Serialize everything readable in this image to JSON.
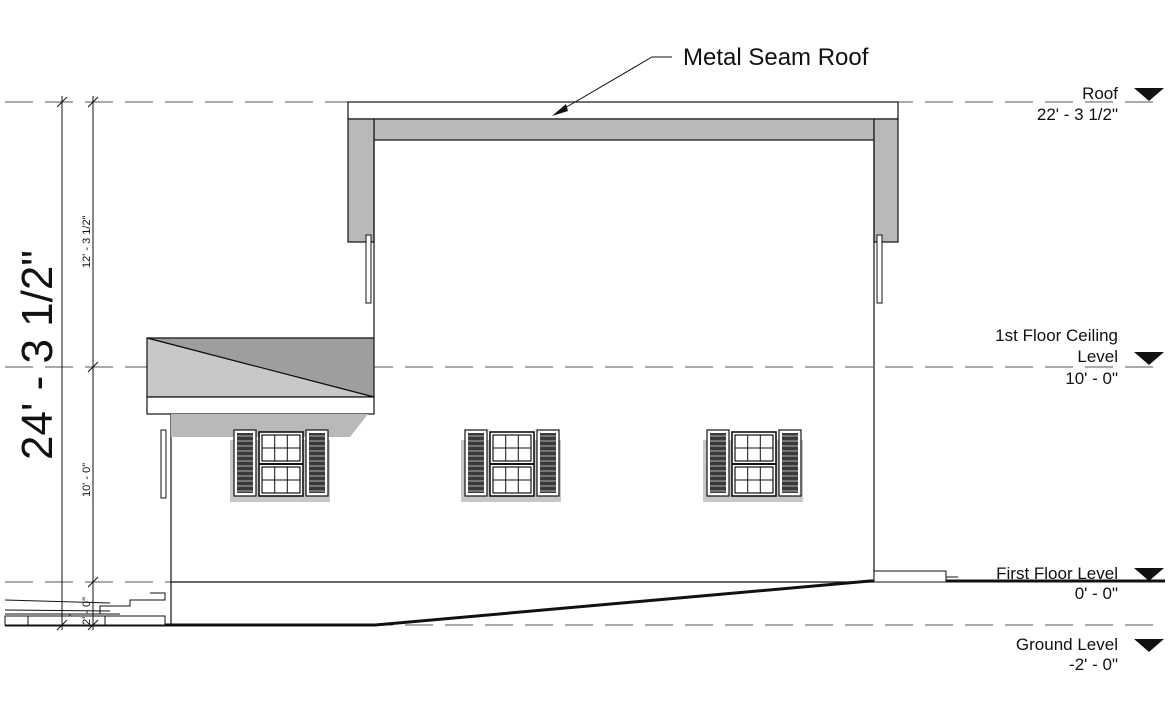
{
  "callout": {
    "roof_material": "Metal Seam Roof"
  },
  "levels": [
    {
      "id": "roof",
      "name": "Roof",
      "elevation": "22' - 3 1/2\""
    },
    {
      "id": "ceiling",
      "name_line1": "1st Floor Ceiling",
      "name_line2": "Level",
      "elevation": "10' - 0\""
    },
    {
      "id": "first-floor",
      "name": "First Floor Level",
      "elevation": "0' - 0\""
    },
    {
      "id": "ground",
      "name": "Ground Level",
      "elevation": "-2' - 0\""
    }
  ],
  "dimensions": {
    "overall": "24' - 3 1/2\"",
    "upper": "12' - 3 1/2\"",
    "main": "10' - 0\"",
    "base": "2' - 0\""
  },
  "colors": {
    "line": "#111111",
    "fill_gray": "#b9b9b9",
    "fill_dark": "#9e9e9e",
    "shutter": "#3a3a3a"
  }
}
